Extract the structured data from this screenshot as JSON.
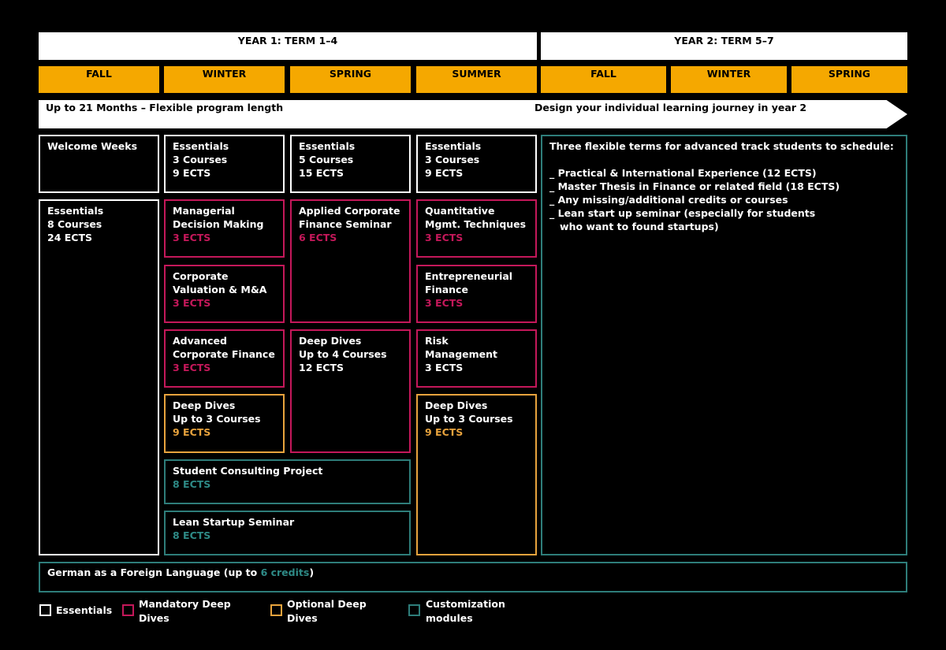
{
  "header": {
    "year1": "YEAR 1: TERM 1–4",
    "year2": "YEAR 2: TERM 5–7"
  },
  "seasons": [
    "FALL",
    "WINTER",
    "SPRING",
    "SUMMER",
    "FALL",
    "WINTER",
    "SPRING"
  ],
  "arrow": {
    "left": "Up to 21 Months – Flexible program length",
    "right": "Design your individual learning journey in year 2"
  },
  "boxes": {
    "welcome": {
      "l1": "Welcome Weeks"
    },
    "fall_essentials": {
      "l1": "Essentials",
      "l2": "8 Courses",
      "l3": "24 ECTS"
    },
    "winter_essentials": {
      "l1": "Essentials",
      "l2": "3 Courses",
      "l3": "9 ECTS"
    },
    "spring_essentials": {
      "l1": "Essentials",
      "l2": "5 Courses",
      "l3": "15 ECTS"
    },
    "summer_essentials": {
      "l1": "Essentials",
      "l2": "3 Courses",
      "l3": "9 ECTS"
    },
    "managerial": {
      "l1": "Managerial",
      "l2": "Decision Making",
      "l3": "3 ECTS"
    },
    "valuation": {
      "l1": "Corporate",
      "l2": "Valuation & M&A",
      "l3": "3 ECTS"
    },
    "advanced": {
      "l1": "Advanced",
      "l2": "Corporate Finance",
      "l3": "3 ECTS"
    },
    "winter_deep": {
      "l1": "Deep Dives",
      "l2": "Up to 3 Courses",
      "l3": "9 ECTS"
    },
    "applied": {
      "l1": "Applied Corporate",
      "l2": "Finance Seminar",
      "l3": "6 ECTS"
    },
    "spring_deep": {
      "l1": "Deep Dives",
      "l2": "Up to 4 Courses",
      "l3": "12 ECTS"
    },
    "quant": {
      "l1": "Quantitative",
      "l2": "Mgmt. Techniques",
      "l3": "3 ECTS"
    },
    "entre": {
      "l1": "Entrepreneurial",
      "l2": "Finance",
      "l3": "3 ECTS"
    },
    "risk": {
      "l1": "Risk",
      "l2": "Management",
      "l3": "3 ECTS"
    },
    "summer_deep": {
      "l1": "Deep Dives",
      "l2": "Up to 3 Courses",
      "l3": "9 ECTS"
    },
    "consulting": {
      "l1": "Student Consulting Project",
      "l2": "8 ECTS"
    },
    "lean": {
      "l1": "Lean Startup Seminar",
      "l2": "8 ECTS"
    }
  },
  "year2_box": {
    "intro": "Three flexible terms for advanced track students to schedule:",
    "items": [
      "_ Practical & International Experience (12 ECTS)",
      "_ Master Thesis in Finance or related field (18 ECTS)",
      "_ Any missing/additional credits or courses",
      "_ Lean start up seminar (especially for students",
      "   who want to found startups)"
    ]
  },
  "german": {
    "prefix": "German as a Foreign Language (up to ",
    "credits": "6 credits",
    "suffix": ")"
  },
  "legend": {
    "essentials": "Essentials",
    "mandatory_1": "Mandatory Deep",
    "mandatory_2": "Dives",
    "optional_1": "Optional Deep",
    "optional_2": "Dives",
    "custom_1": "Customization",
    "custom_2": "modules"
  },
  "colors": {
    "essentials": "#ffffff",
    "mandatory": "#c4185a",
    "optional": "#e8a33d",
    "customization": "#2e7d7a",
    "season": "#f5a800"
  }
}
